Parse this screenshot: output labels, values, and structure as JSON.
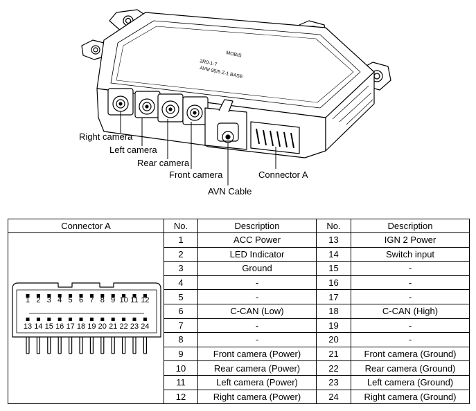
{
  "labels": {
    "right_camera": "Right camera",
    "left_camera": "Left camera",
    "rear_camera": "Rear camera",
    "front_camera": "Front camera",
    "avn_cable": "AVN Cable",
    "connector_a": "Connector A"
  },
  "unit_marking": {
    "line1": "MOBIS",
    "line2": "2R0-1-7",
    "line3": "AVM 95/5 Z-1 BASE"
  },
  "table": {
    "headers": {
      "connector": "Connector A",
      "no": "No.",
      "description": "Description"
    },
    "rows": [
      {
        "left_no": "1",
        "left_desc": "ACC Power",
        "right_no": "13",
        "right_desc": "IGN 2 Power"
      },
      {
        "left_no": "2",
        "left_desc": "LED Indicator",
        "right_no": "14",
        "right_desc": "Switch input"
      },
      {
        "left_no": "3",
        "left_desc": "Ground",
        "right_no": "15",
        "right_desc": "-"
      },
      {
        "left_no": "4",
        "left_desc": "-",
        "right_no": "16",
        "right_desc": "-"
      },
      {
        "left_no": "5",
        "left_desc": "-",
        "right_no": "17",
        "right_desc": "-"
      },
      {
        "left_no": "6",
        "left_desc": "C-CAN (Low)",
        "right_no": "18",
        "right_desc": "C-CAN (High)"
      },
      {
        "left_no": "7",
        "left_desc": "-",
        "right_no": "19",
        "right_desc": "-"
      },
      {
        "left_no": "8",
        "left_desc": "-",
        "right_no": "20",
        "right_desc": "-"
      },
      {
        "left_no": "9",
        "left_desc": "Front camera (Power)",
        "right_no": "21",
        "right_desc": "Front camera (Ground)"
      },
      {
        "left_no": "10",
        "left_desc": "Rear camera (Power)",
        "right_no": "22",
        "right_desc": "Rear camera (Ground)"
      },
      {
        "left_no": "11",
        "left_desc": "Left camera (Power)",
        "right_no": "23",
        "right_desc": "Left camera (Ground)"
      },
      {
        "left_no": "12",
        "left_desc": "Right camera (Power)",
        "right_no": "24",
        "right_desc": "Right camera (Ground)"
      }
    ]
  },
  "connector_pins": {
    "top_row": [
      "1",
      "2",
      "3",
      "4",
      "5",
      "6",
      "7",
      "8",
      "9",
      "10",
      "11",
      "12"
    ],
    "bottom_row": [
      "13",
      "14",
      "15",
      "16",
      "17",
      "18",
      "19",
      "20",
      "21",
      "22",
      "23",
      "24"
    ]
  }
}
